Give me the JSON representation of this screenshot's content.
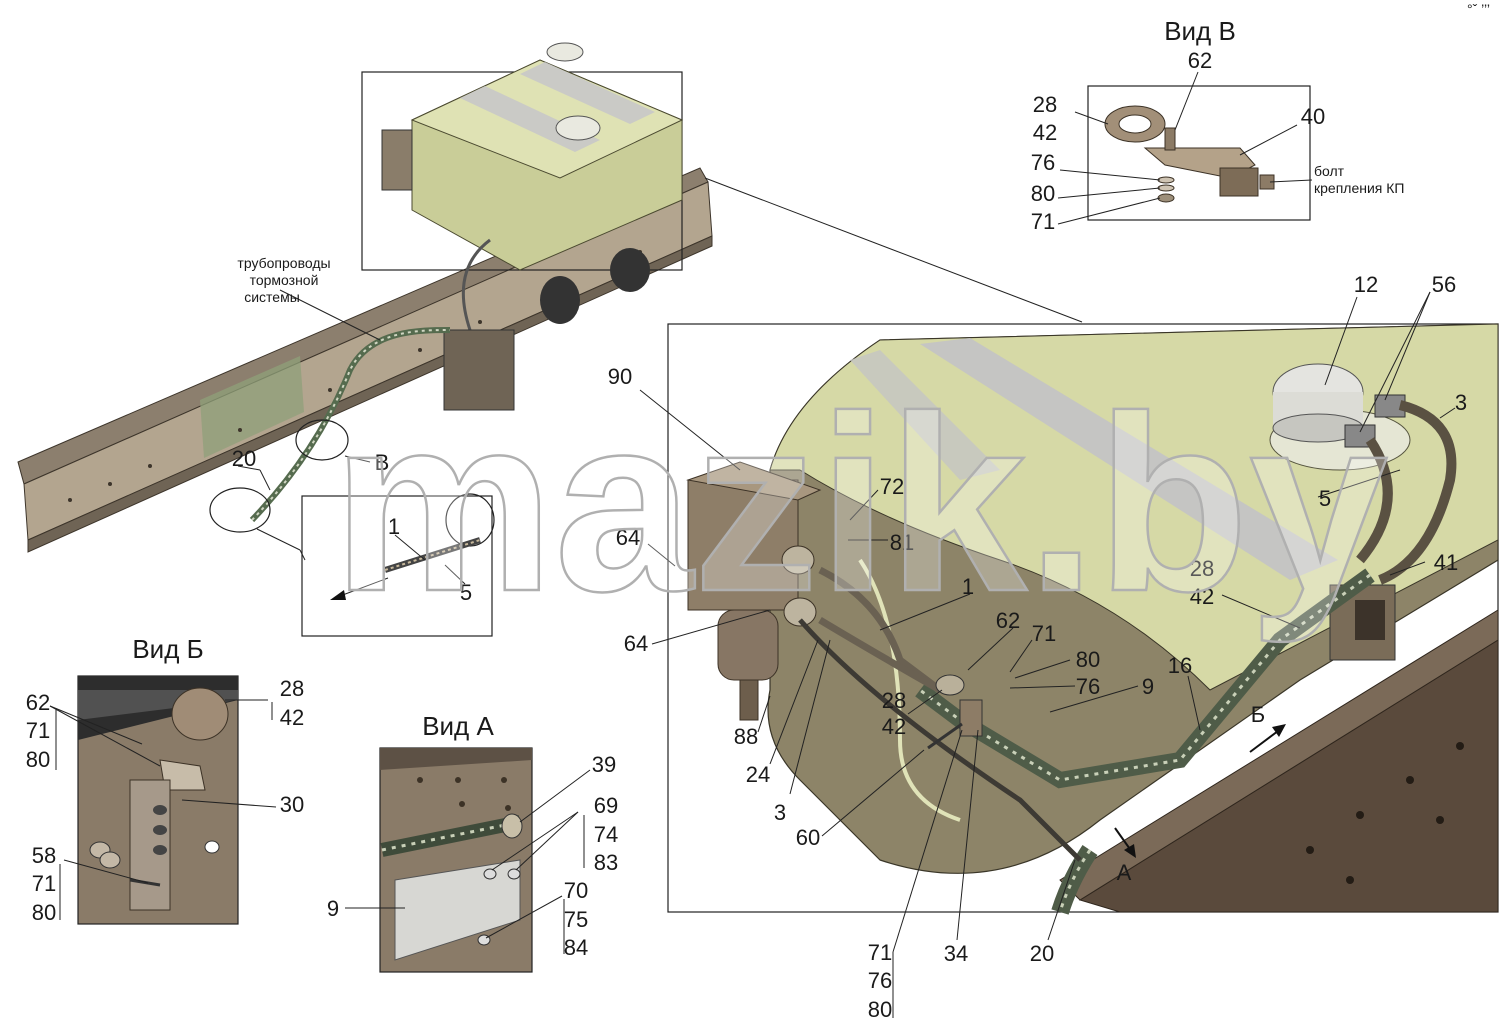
{
  "views": {
    "view_b_title": "Вид Б",
    "view_v_title": "Вид В",
    "view_a_title": "Вид А"
  },
  "watermark": "mazik.by",
  "corner_mark": "°ˇ ’’’",
  "captions": {
    "brake_pipes_line1": "трубопроводы",
    "brake_pipes_line2": "тормозной",
    "brake_pipes_line3": "системы",
    "bolt_line1": "болт",
    "bolt_line2": "крепления КП"
  },
  "arrows": {
    "a": "А",
    "b": "Б",
    "v": "В"
  },
  "overview_labels": {
    "l20": "20",
    "l1": "1",
    "l5": "5"
  },
  "view_v_labels": {
    "l62": "62",
    "l28": "28",
    "l42": "42",
    "l40": "40",
    "l76": "76",
    "l80": "80",
    "l71": "71"
  },
  "main_labels": {
    "l12": "12",
    "l56": "56",
    "l3a": "3",
    "l5": "5",
    "l41": "41",
    "l28": "28",
    "l42": "42",
    "l90": "90",
    "l72": "72",
    "l81": "81",
    "l64a": "64",
    "l1": "1",
    "l64b": "64",
    "l62": "62",
    "l71": "71",
    "l80": "80",
    "l76": "76",
    "l9": "9",
    "l16": "16",
    "l28b": "28",
    "l42b": "42",
    "l88": "88",
    "l24": "24",
    "l3b": "3",
    "l60": "60",
    "l71b": "71",
    "l76b": "76",
    "l80b": "80",
    "l34": "34",
    "l20": "20"
  },
  "view_b_labels": {
    "l62": "62",
    "l71": "71",
    "l80": "80",
    "l28": "28",
    "l42": "42",
    "l30": "30",
    "l58": "58",
    "l71b": "71",
    "l80b": "80"
  },
  "view_a_labels": {
    "l39": "39",
    "l69": "69",
    "l74": "74",
    "l83": "83",
    "l70": "70",
    "l75": "75",
    "l84": "84",
    "l9": "9"
  }
}
